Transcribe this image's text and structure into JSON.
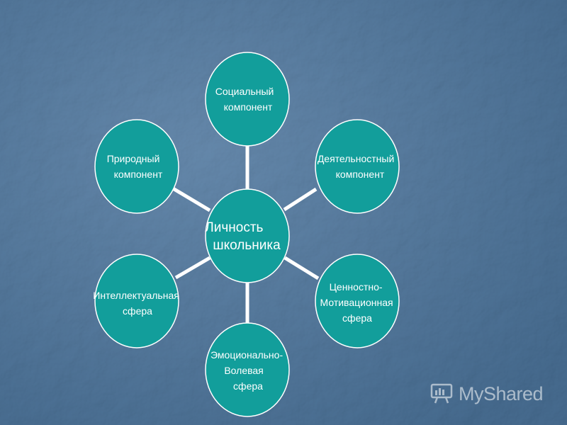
{
  "diagram": {
    "center": {
      "lines": [
        "Личность",
        "школьника"
      ]
    },
    "nodes": [
      {
        "id": "social",
        "lines": [
          "Социальный",
          "компонент"
        ]
      },
      {
        "id": "activity",
        "lines": [
          "Деятельностный",
          "компонент"
        ]
      },
      {
        "id": "value",
        "lines": [
          "Ценностно-",
          "Мотивационная",
          "сфера"
        ]
      },
      {
        "id": "emotional",
        "lines": [
          "Эмоционально-",
          "Волевая",
          "сфера"
        ]
      },
      {
        "id": "intellectual",
        "lines": [
          "Интеллектуальная",
          "сфера"
        ]
      },
      {
        "id": "natural",
        "lines": [
          "Природный",
          "компонент"
        ]
      }
    ]
  },
  "watermark": {
    "text": "MyShared"
  },
  "colors": {
    "background": "#4f7396",
    "node_fill": "#129e9b",
    "node_stroke": "#ffffff",
    "connector": "#ffffff"
  }
}
